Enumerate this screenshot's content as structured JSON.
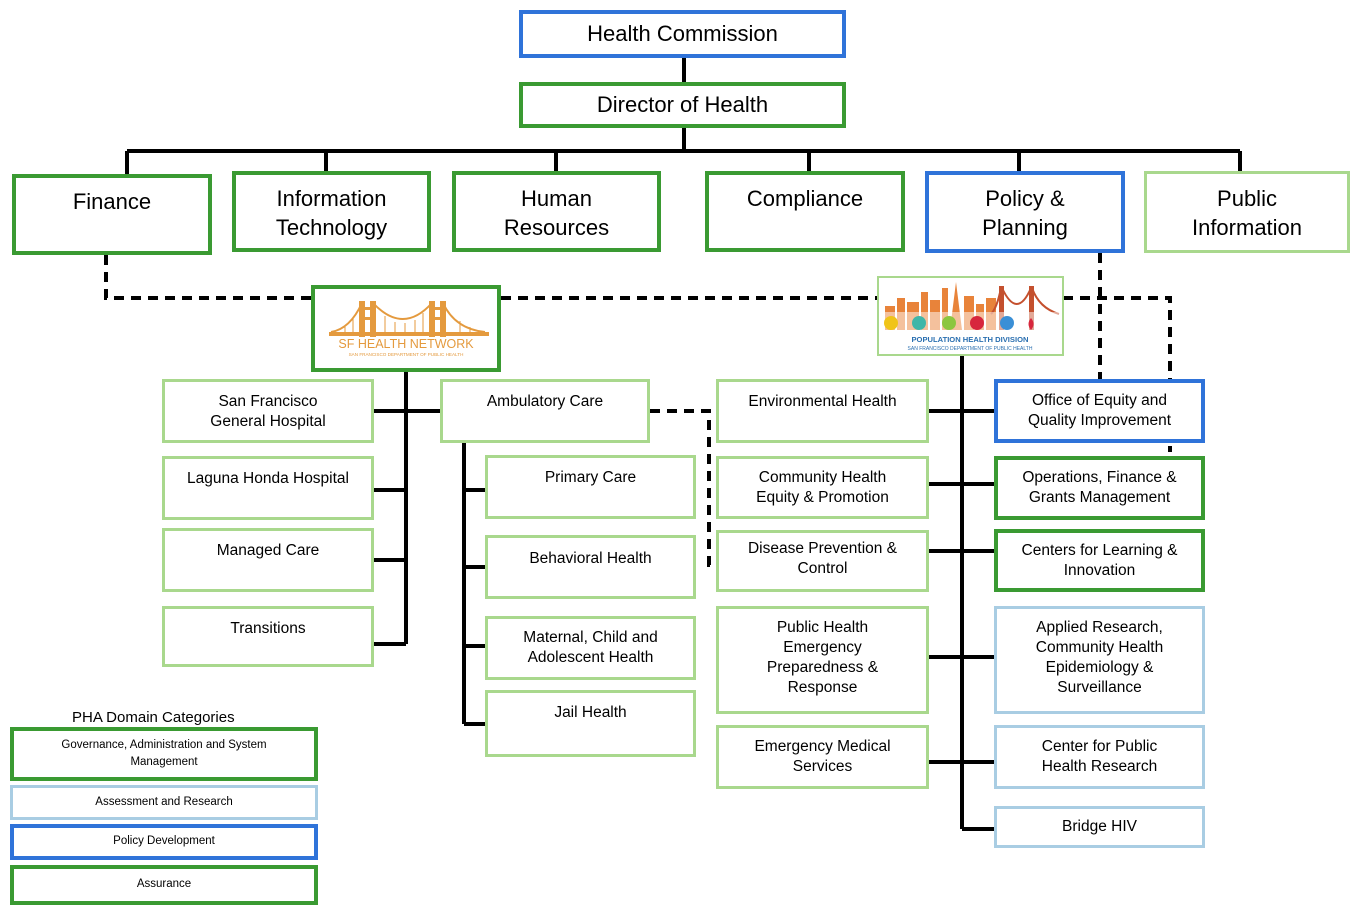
{
  "top": {
    "commission": "Health Commission",
    "director": "Director of Health"
  },
  "departments": [
    {
      "line1": "Finance",
      "line2": ""
    },
    {
      "line1": "Information",
      "line2": "Technology"
    },
    {
      "line1": "Human",
      "line2": "Resources"
    },
    {
      "line1": "Compliance",
      "line2": ""
    },
    {
      "line1": "Policy &",
      "line2": "Planning"
    },
    {
      "line1": "Public",
      "line2": "Information"
    }
  ],
  "sfhn": {
    "logo_title": "SF HEALTH NETWORK",
    "logo_sub": "SAN FRANCISCO DEPARTMENT OF PUBLIC HEALTH",
    "left": [
      {
        "line1": "San Francisco",
        "line2": "General Hospital"
      },
      {
        "line1": "Laguna Honda Hospital",
        "line2": ""
      },
      {
        "line1": "Managed Care",
        "line2": ""
      },
      {
        "line1": "Transitions",
        "line2": ""
      }
    ],
    "ambulatory": "Ambulatory Care",
    "ambulatory_children": [
      {
        "line1": "Primary  Care",
        "line2": ""
      },
      {
        "line1": "Behavioral Health",
        "line2": ""
      },
      {
        "line1": "Maternal, Child and",
        "line2": "Adolescent Health"
      },
      {
        "line1": "Jail Health",
        "line2": ""
      }
    ]
  },
  "phd": {
    "logo_title": "POPULATION HEALTH DIVISION",
    "logo_sub": "SAN FRANCISCO DEPARTMENT OF PUBLIC HEALTH",
    "left": [
      {
        "lines": [
          "Environmental Health"
        ]
      },
      {
        "lines": [
          "Community Health",
          "Equity & Promotion"
        ]
      },
      {
        "lines": [
          "Disease Prevention &",
          "Control"
        ]
      },
      {
        "lines": [
          "Public Health",
          "Emergency",
          "Preparedness &",
          "Response"
        ]
      },
      {
        "lines": [
          "Emergency Medical",
          "Services"
        ]
      }
    ],
    "right": [
      {
        "lines": [
          "Office of Equity and",
          "Quality Improvement"
        ]
      },
      {
        "lines": [
          "Operations, Finance &",
          "Grants Management"
        ]
      },
      {
        "lines": [
          "Centers for Learning &",
          "Innovation"
        ]
      },
      {
        "lines": [
          "Applied Research,",
          "Community Health",
          "Epidemiology  &",
          "Surveillance"
        ]
      },
      {
        "lines": [
          "Center for Public",
          "Health Research"
        ]
      },
      {
        "lines": [
          "Bridge HIV"
        ]
      }
    ]
  },
  "legend": {
    "title": "PHA Domain Categories",
    "items": [
      {
        "line1": "Governance, Administration and System",
        "line2": "Management"
      },
      {
        "line1": "Assessment and Research",
        "line2": ""
      },
      {
        "line1": "Policy Development",
        "line2": ""
      },
      {
        "line1": "Assurance",
        "line2": ""
      }
    ]
  },
  "colors": {
    "policy_development": "#2f73d9",
    "governance_assurance": "#3a9a32",
    "light_green": "#a9d88d",
    "assessment_research": "#a9cde3",
    "connector": "#000000",
    "sfhn_logo": "#e49a3e"
  }
}
